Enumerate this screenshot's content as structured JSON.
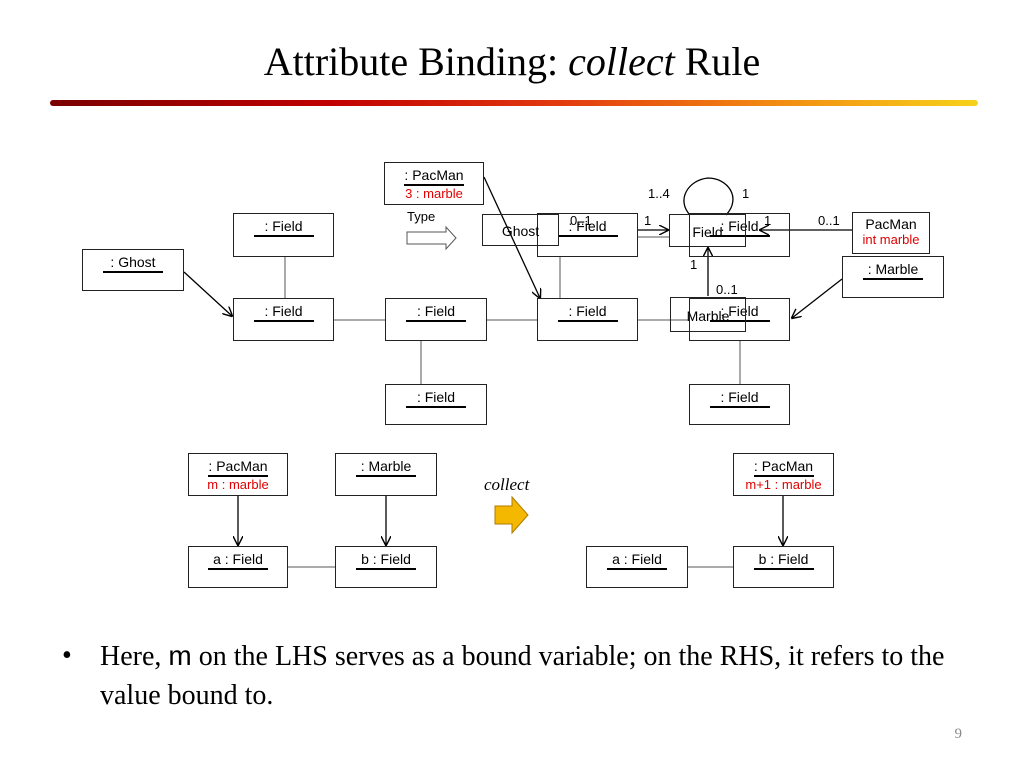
{
  "slide": {
    "title_pre": "Attribute Binding: ",
    "title_em": "collect",
    "title_post": " Rule",
    "page_number": "9"
  },
  "host_graph": {
    "ghost": ": Ghost",
    "pacman": ": PacMan",
    "pacman_attr": "3 : marble",
    "field": ": Field",
    "marble": ": Marble"
  },
  "type_label": "Type",
  "type_graph": {
    "ghost": "Ghost",
    "field": "Field",
    "pacman": "PacMan",
    "pacman_attr": "int marble",
    "marble": "Marble",
    "mult_ghost_field": "0..1",
    "mult_field_ghost_side": "1",
    "mult_loop_left": "1..4",
    "mult_loop_right": "1",
    "mult_field_pacman": "1",
    "mult_pacman_field": "0..1",
    "mult_field_marble_top": "1",
    "mult_field_marble_bottom": "0..1"
  },
  "rule": {
    "lhs_pacman": ": PacMan",
    "lhs_pacman_attr": "m : marble",
    "lhs_marble": ": Marble",
    "lhs_field_a": "a : Field",
    "lhs_field_b": "b : Field",
    "arrow_label": "collect",
    "rhs_pacman": ": PacMan",
    "rhs_pacman_attr": "m+1 : marble",
    "rhs_field_a": "a : Field",
    "rhs_field_b": "b : Field"
  },
  "bullet": {
    "symbol": "•",
    "before": "Here, ",
    "var": "m",
    "after": " on the LHS serves as a bound variable; on the RHS, it refers to the value bound to."
  },
  "colors": {
    "attribute_red": "#e00000",
    "collect_arrow": "#f5b800"
  }
}
